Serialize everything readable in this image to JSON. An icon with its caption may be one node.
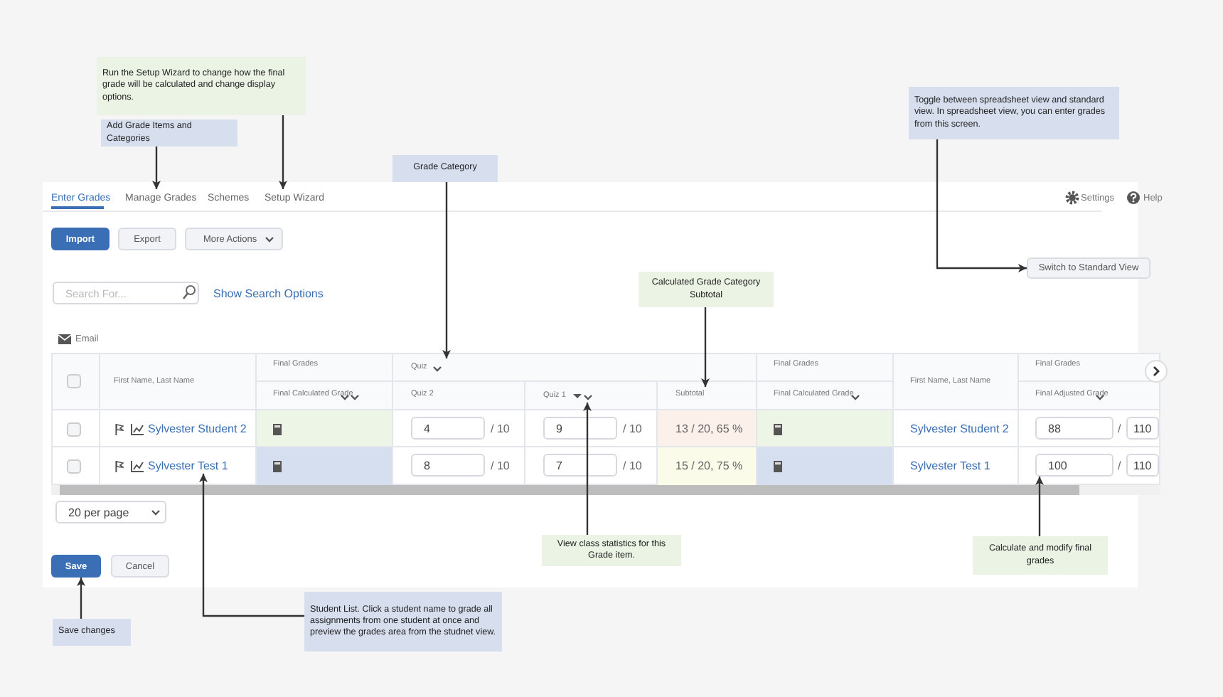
{
  "diagram": {
    "nodes": [
      {
        "text": [
          "Run the Setup Wizard to change how the final grade will be calculated and change display options."
        ]
      },
      {
        "text": [
          "Add Grade Items and Categories"
        ]
      },
      {
        "text": [
          "Manage Grades"
        ]
      },
      {
        "text": [
          "Setup Wizard"
        ]
      },
      {
        "text": [
          "Grade Category"
        ]
      },
      {
        "text": [
          "Toggle between spreadsheet view and standard view. In spreadsheet view, you can enter grades from this screen."
        ]
      },
      {
        "text": [
          "Switch to Standard View"
        ]
      },
      {
        "text": [
          "Calculated Grade Category Subtotal"
        ]
      },
      {
        "text": [
          "Quiz"
        ]
      },
      {
        "text": [
          "Subtotal"
        ]
      },
      {
        "text": [
          "Quiz 1"
        ]
      },
      {
        "text": [
          "Sylvester Test 1"
        ]
      },
      {
        "text": [
          "100"
        ]
      },
      {
        "text": [
          "View class statistics for this Grade item."
        ]
      },
      {
        "text": [
          "Calculate and modify final grades"
        ]
      },
      {
        "text": [
          "Save"
        ]
      },
      {
        "text": [
          "Save changes"
        ]
      },
      {
        "text": [
          "Student List. Click a student name to grade all assignments from one student at once and preview the grades area from the studnet view."
        ]
      },
      {
        "text": [
          "Import"
        ]
      },
      {
        "text": [
          "4"
        ]
      },
      {
        "text": [
          "9"
        ]
      },
      {
        "text": [
          "88"
        ]
      },
      {
        "text": [
          "8"
        ]
      },
      {
        "text": [
          "7"
        ]
      }
    ],
    "edges": [
      {
        "from": 0,
        "to": 3,
        "arrow": "to"
      },
      {
        "from": 1,
        "to": 2,
        "arrow": "to"
      },
      {
        "from": 4,
        "to": 8,
        "arrow": "to"
      },
      {
        "from": 5,
        "to": 6,
        "arrow": "to"
      },
      {
        "from": 7,
        "to": 9,
        "arrow": "to"
      },
      {
        "from": 13,
        "to": 10,
        "arrow": "to"
      },
      {
        "from": 14,
        "to": 12,
        "arrow": "to"
      },
      {
        "from": 16,
        "to": 15,
        "arrow": "to"
      },
      {
        "from": 17,
        "to": 11,
        "arrow": "to"
      }
    ],
    "labels": [
      "Enter Grades",
      "Schemes",
      "Settings",
      "Help",
      "Export",
      "More Actions",
      "Search For...",
      "Show Search Options",
      "Email",
      "First Name, Last Name",
      "Final Grades",
      "Final Calculated Grade",
      "Quiz 2",
      "Final Grades",
      "Final Calculated Grade",
      "First Name, Last Name",
      "Final Grades",
      "Final Adjusted Grade",
      "Sylvester Student 2",
      "/ 10",
      "/ 10",
      "13 / 20, 65 %",
      "Sylvester Student 2",
      "/",
      "110",
      "/ 10",
      "/ 10",
      "15 / 20, 75 %",
      "Sylvester Test 1",
      "/",
      "110",
      "20 per page",
      "Cancel"
    ]
  }
}
